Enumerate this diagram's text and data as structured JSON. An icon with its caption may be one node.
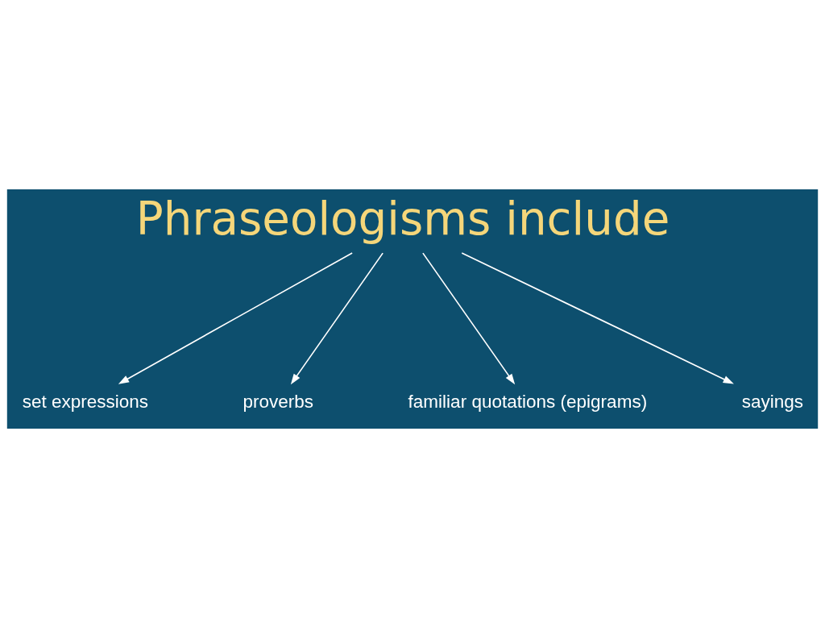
{
  "diagram": {
    "nodes": [
      {
        "text": [
          "Phraseologisms include"
        ]
      },
      {
        "text": [
          "set expressions"
        ]
      },
      {
        "text": [
          "proverbs"
        ]
      },
      {
        "text": [
          "familiar quotations (epigrams)"
        ]
      },
      {
        "text": [
          "sayings"
        ]
      }
    ],
    "edges": [
      {
        "from": 0,
        "to": 1,
        "arrow": "to"
      },
      {
        "from": 0,
        "to": 2,
        "arrow": "to"
      },
      {
        "from": 0,
        "to": 3,
        "arrow": "to"
      },
      {
        "from": 0,
        "to": 4,
        "arrow": "to"
      }
    ]
  }
}
